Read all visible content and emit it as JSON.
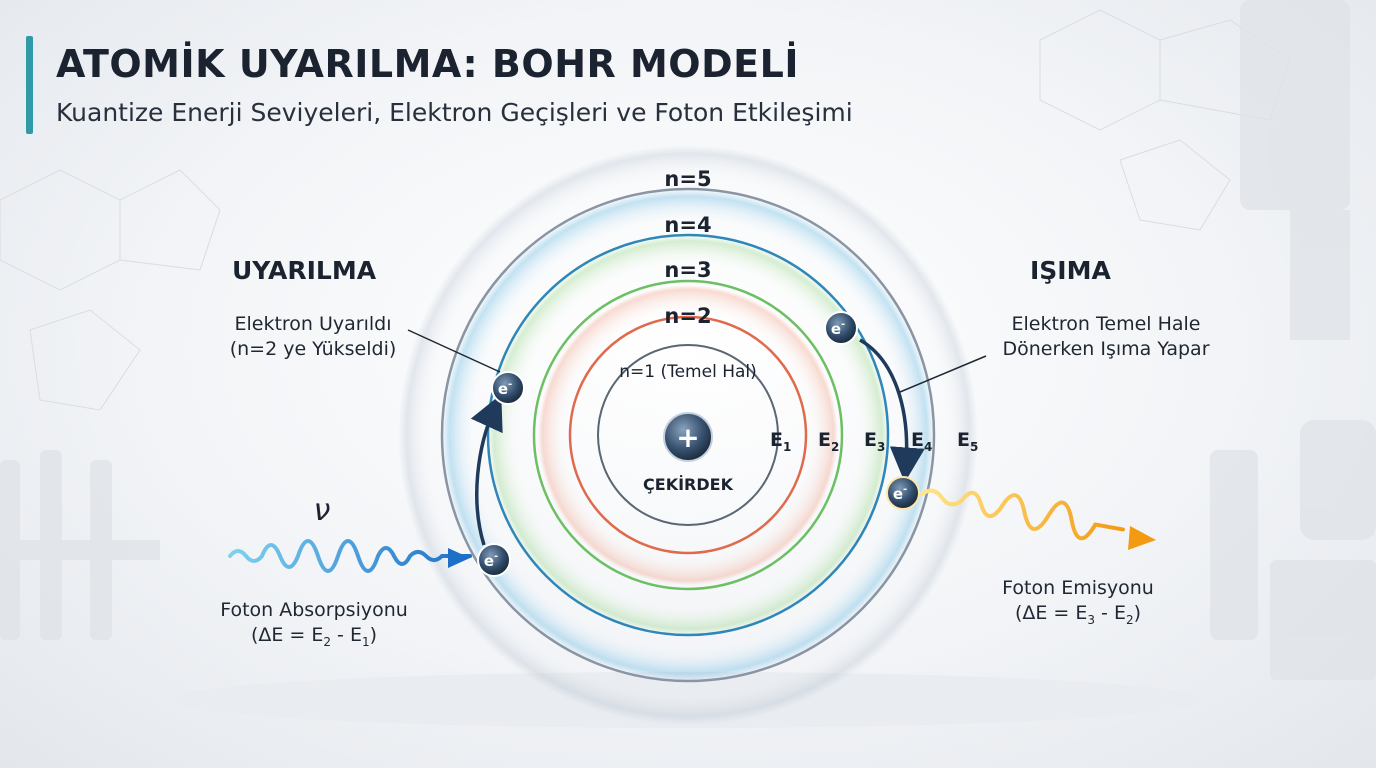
{
  "header": {
    "title": "ATOMİK UYARILMA: BOHR MODELİ",
    "subtitle": "Kuantize Enerji Seviyeleri, Elektron Geçişleri ve Foton Etkileşimi"
  },
  "left": {
    "heading": "UYARILMA",
    "note_line1": "Elektron Uyarıldı",
    "note_line2": "(n=2 ye Yükseldi)",
    "photon_symbol": "ν",
    "absorption_line1": "Foton Absorpsiyonu",
    "absorption_formula": {
      "a": "(ΔE = E",
      "sub1": "2",
      "b": " - E",
      "sub2": "1",
      "c": ")"
    }
  },
  "right": {
    "heading": "IŞIMA",
    "note_line1": "Elektron Temel Hale",
    "note_line2": "Dönerken Işıma Yapar",
    "emission_line1": "Foton Emisyonu",
    "emission_formula": {
      "a": "(ΔE = E",
      "sub1": "3",
      "b": " - E",
      "sub2": "2",
      "c": ")"
    }
  },
  "atom": {
    "nucleus_symbol": "+",
    "nucleus_label": "ÇEKİRDEK",
    "electron_symbol": "e",
    "electron_charge": "-",
    "orbits": [
      {
        "label": "n=1 (Temel Hal)",
        "color": "#5a6673"
      },
      {
        "label": "n=2",
        "color": "#e06a4c"
      },
      {
        "label": "n=3",
        "color": "#6cbf63"
      },
      {
        "label": "n=4",
        "color": "#2f86b8"
      },
      {
        "label": "n=5",
        "color": "#8a95a3"
      }
    ],
    "energy_labels": [
      {
        "base": "E",
        "sub": "1"
      },
      {
        "base": "E",
        "sub": "2"
      },
      {
        "base": "E",
        "sub": "3"
      },
      {
        "base": "E",
        "sub": "4"
      },
      {
        "base": "E",
        "sub": "5"
      }
    ]
  },
  "colors": {
    "accent_bar": "#2f9aa8",
    "absorbed_photon": "#2a8ed6",
    "emitted_photon": "#f3b21a",
    "electron": "#2e4a66",
    "arrow": "#1f3a5a"
  }
}
